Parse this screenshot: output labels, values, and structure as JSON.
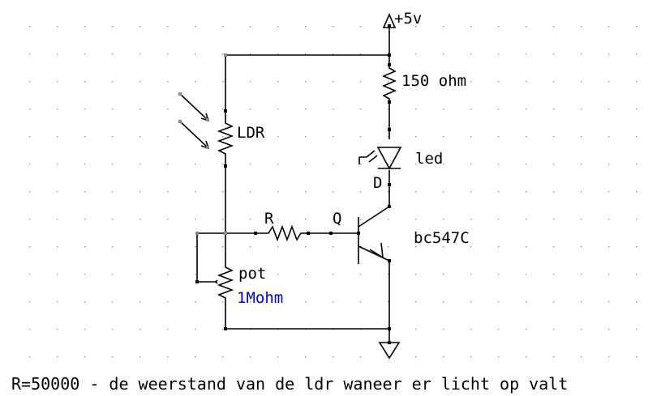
{
  "supply": {
    "label": "+5v"
  },
  "resistor_series": {
    "label": "150 ohm"
  },
  "ldr": {
    "label": "LDR"
  },
  "led": {
    "label": "led",
    "designator": "D"
  },
  "resistor_base": {
    "label": "R"
  },
  "transistor": {
    "designator": "Q",
    "model": "bc547C"
  },
  "pot": {
    "label": "pot",
    "value": "1Mohm",
    "value_color": "#0000cc"
  },
  "note": {
    "text": "R=50000 - de weerstand van de ldr waneer er licht op valt"
  }
}
